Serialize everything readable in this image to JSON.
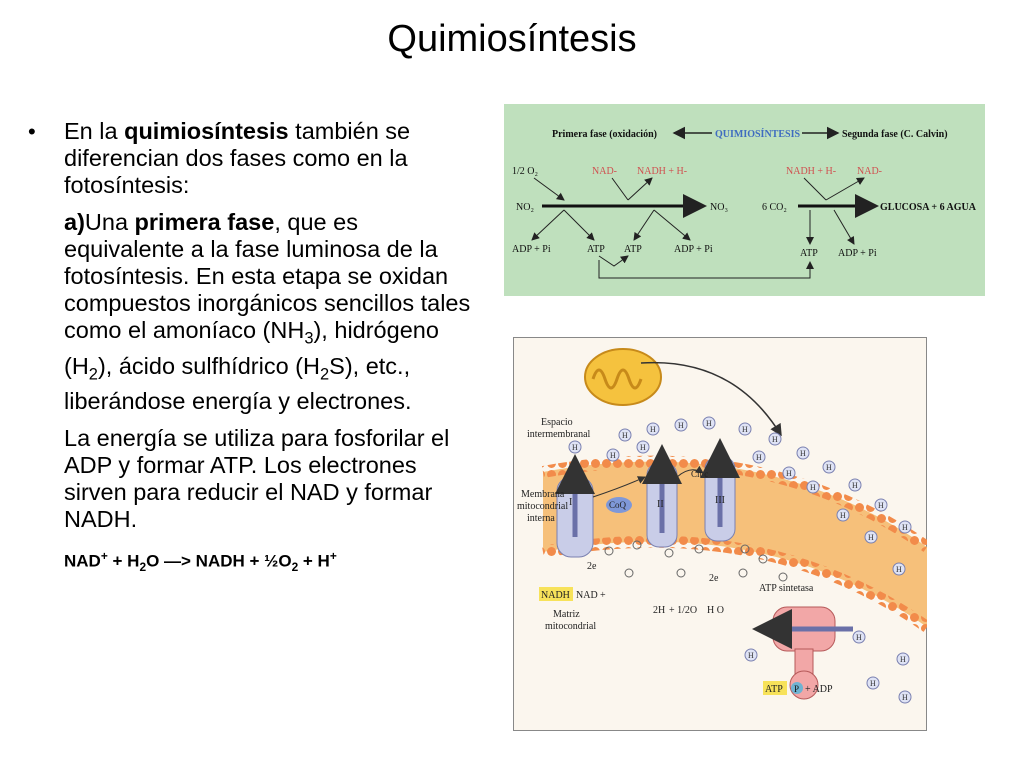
{
  "title": "Quimiosíntesis",
  "text": {
    "p1_a": "En la ",
    "p1_b": "quimiosíntesis",
    "p1_c": " también se diferencian dos fases como en la fotosíntesis:",
    "p2_a": "a)",
    "p2_b": "Una ",
    "p2_c": "primera fase",
    "p2_d": ", que es equivalente a la fase luminosa de la fotosíntesis. En esta etapa se oxidan compuestos inorgánicos sencillos tales como el amoníaco (NH",
    "p2_sub1": "3",
    "p2_e": "), hidrógeno (H",
    "p2_sub2": "2",
    "p2_f": "), ácido sulfhídrico (H",
    "p2_sub3": "2",
    "p2_g": "S), etc., liberándose energía y electrones.",
    "p3": "La energía se utiliza para fosforilar el ADP y formar ATP. Los electrones sirven para reducir el NAD y formar NADH.",
    "eq_a": "NAD",
    "eq_sup1": "+",
    "eq_b": " + H",
    "eq_sub1": "2",
    "eq_c": "O —> NADH + ½O",
    "eq_sub2": "2",
    "eq_d": " + H",
    "eq_sup2": "+"
  },
  "diagram1": {
    "left_label": "Primera fase (oxidación)",
    "center_label": "QUIMIOSÍNTESIS",
    "right_label": "Segunda fase (C. Calvin)",
    "o2": "1/2 O₂",
    "nad1": "NAD-",
    "nadh1": "NADH + H-",
    "nadh2": "NADH + H-",
    "nad2": "NAD-",
    "no2": "NO₂",
    "no3": "NO₃",
    "co2": "6 CO₂",
    "glucose": "GLUCOSA + 6 AGUA",
    "adp1": "ADP + Pi",
    "atp1": "ATP",
    "atp2": "ATP",
    "adp2": "ADP + Pi",
    "atp3": "ATP",
    "adp3": "ADP + Pi"
  },
  "diagram2": {
    "espacio_1": "Espacio",
    "espacio_2": "intermembranal",
    "membrana_1": "Membrana",
    "membrana_2": "mitocondrial",
    "membrana_3": "interna",
    "matriz_1": "Matriz",
    "matriz_2": "mitocondrial",
    "atp_sintetasa": "ATP sintetasa",
    "coq": "CoQ",
    "cit_c": "Cit c",
    "complex_1": "I",
    "complex_2": "II",
    "complex_3": "III",
    "e1": "2e",
    "e2": "2e",
    "nadh": "NADH",
    "nad": "NAD",
    "nad_plus": "+",
    "water_2h": "2H",
    "water_half_o": "+ 1/2O",
    "water_h2o": "H O",
    "h": "H",
    "atp": "ATP",
    "p": "P",
    "adp": "+ ADP",
    "colors": {
      "membrane": "#f6c07a",
      "head": "#f28b4a",
      "protein": "#c9cde8",
      "atp_box": "#f7e25a"
    }
  }
}
